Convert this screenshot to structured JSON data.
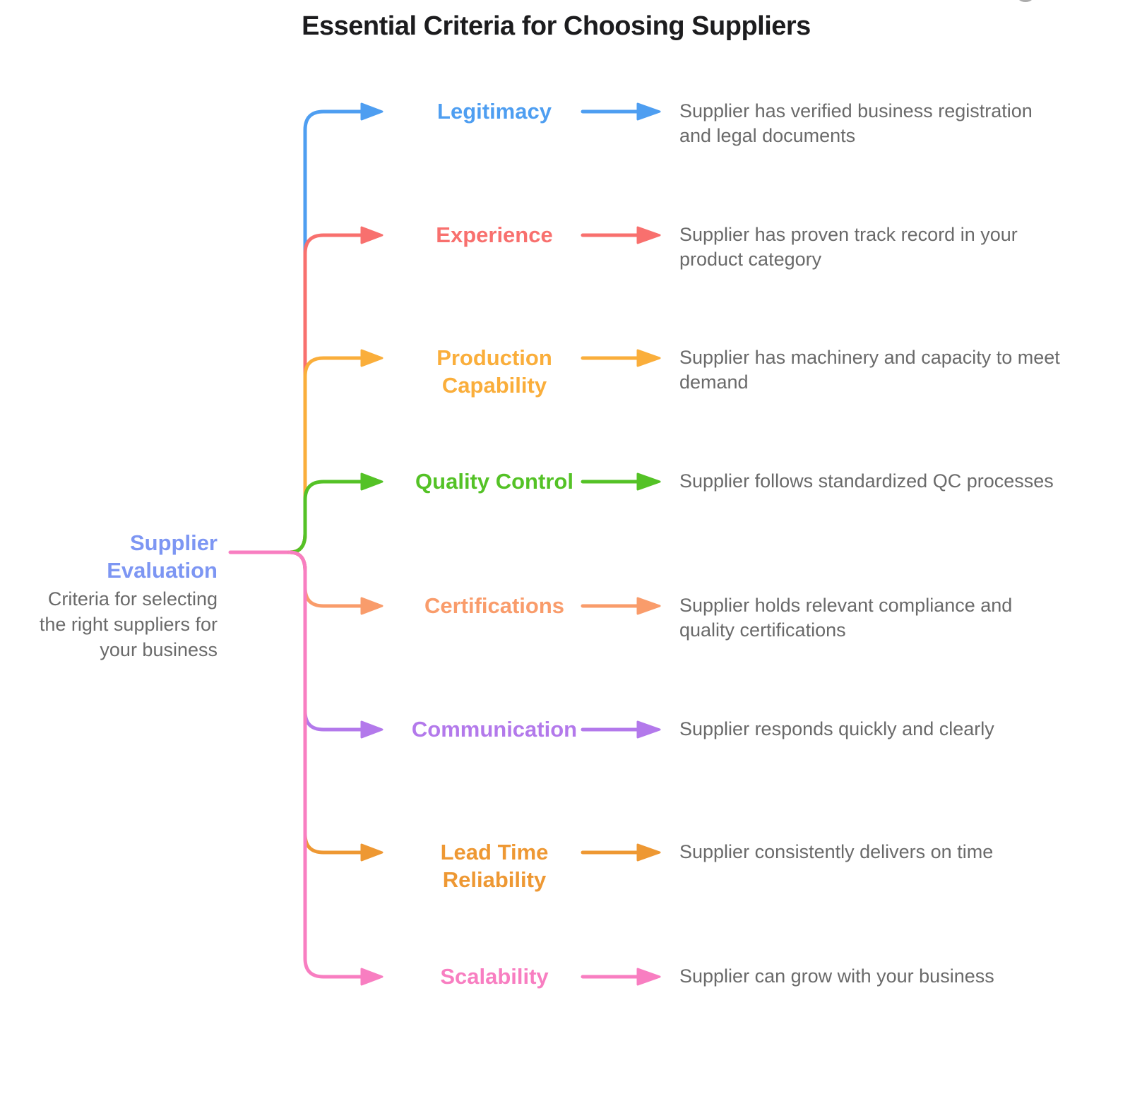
{
  "title": "Essential Criteria for Choosing Suppliers",
  "text_colors": {
    "title": "#1c1c1e",
    "description": "#6a6a6a"
  },
  "root": {
    "label": "Supplier\nEvaluation",
    "description": "Criteria for selecting\nthe right suppliers for\nyour business",
    "color": "#7d96f3",
    "connector_color": "#f87ec1"
  },
  "branches": [
    {
      "label": "Legitimacy",
      "description": "Supplier has verified business registration\nand legal documents",
      "color": "#4e9ef1"
    },
    {
      "label": "Experience",
      "description": "Supplier has proven track record in your\nproduct category",
      "color": "#f8706e"
    },
    {
      "label": "Production\nCapability",
      "description": "Supplier has machinery and capacity to meet\ndemand",
      "color": "#faae3b"
    },
    {
      "label": "Quality Control",
      "description": "Supplier follows standardized QC processes",
      "color": "#54c226"
    },
    {
      "label": "Certifications",
      "description": "Supplier holds relevant compliance and\nquality certifications",
      "color": "#f99c6b"
    },
    {
      "label": "Communication",
      "description": "Supplier responds quickly and clearly",
      "color": "#b379eb"
    },
    {
      "label": "Lead Time\nReliability",
      "description": "Supplier consistently delivers on time",
      "color": "#ee9833"
    },
    {
      "label": "Scalability",
      "description": "Supplier can grow with your business",
      "color": "#f87ec1"
    }
  ],
  "decor": {
    "watermark_color": "#ababab"
  }
}
